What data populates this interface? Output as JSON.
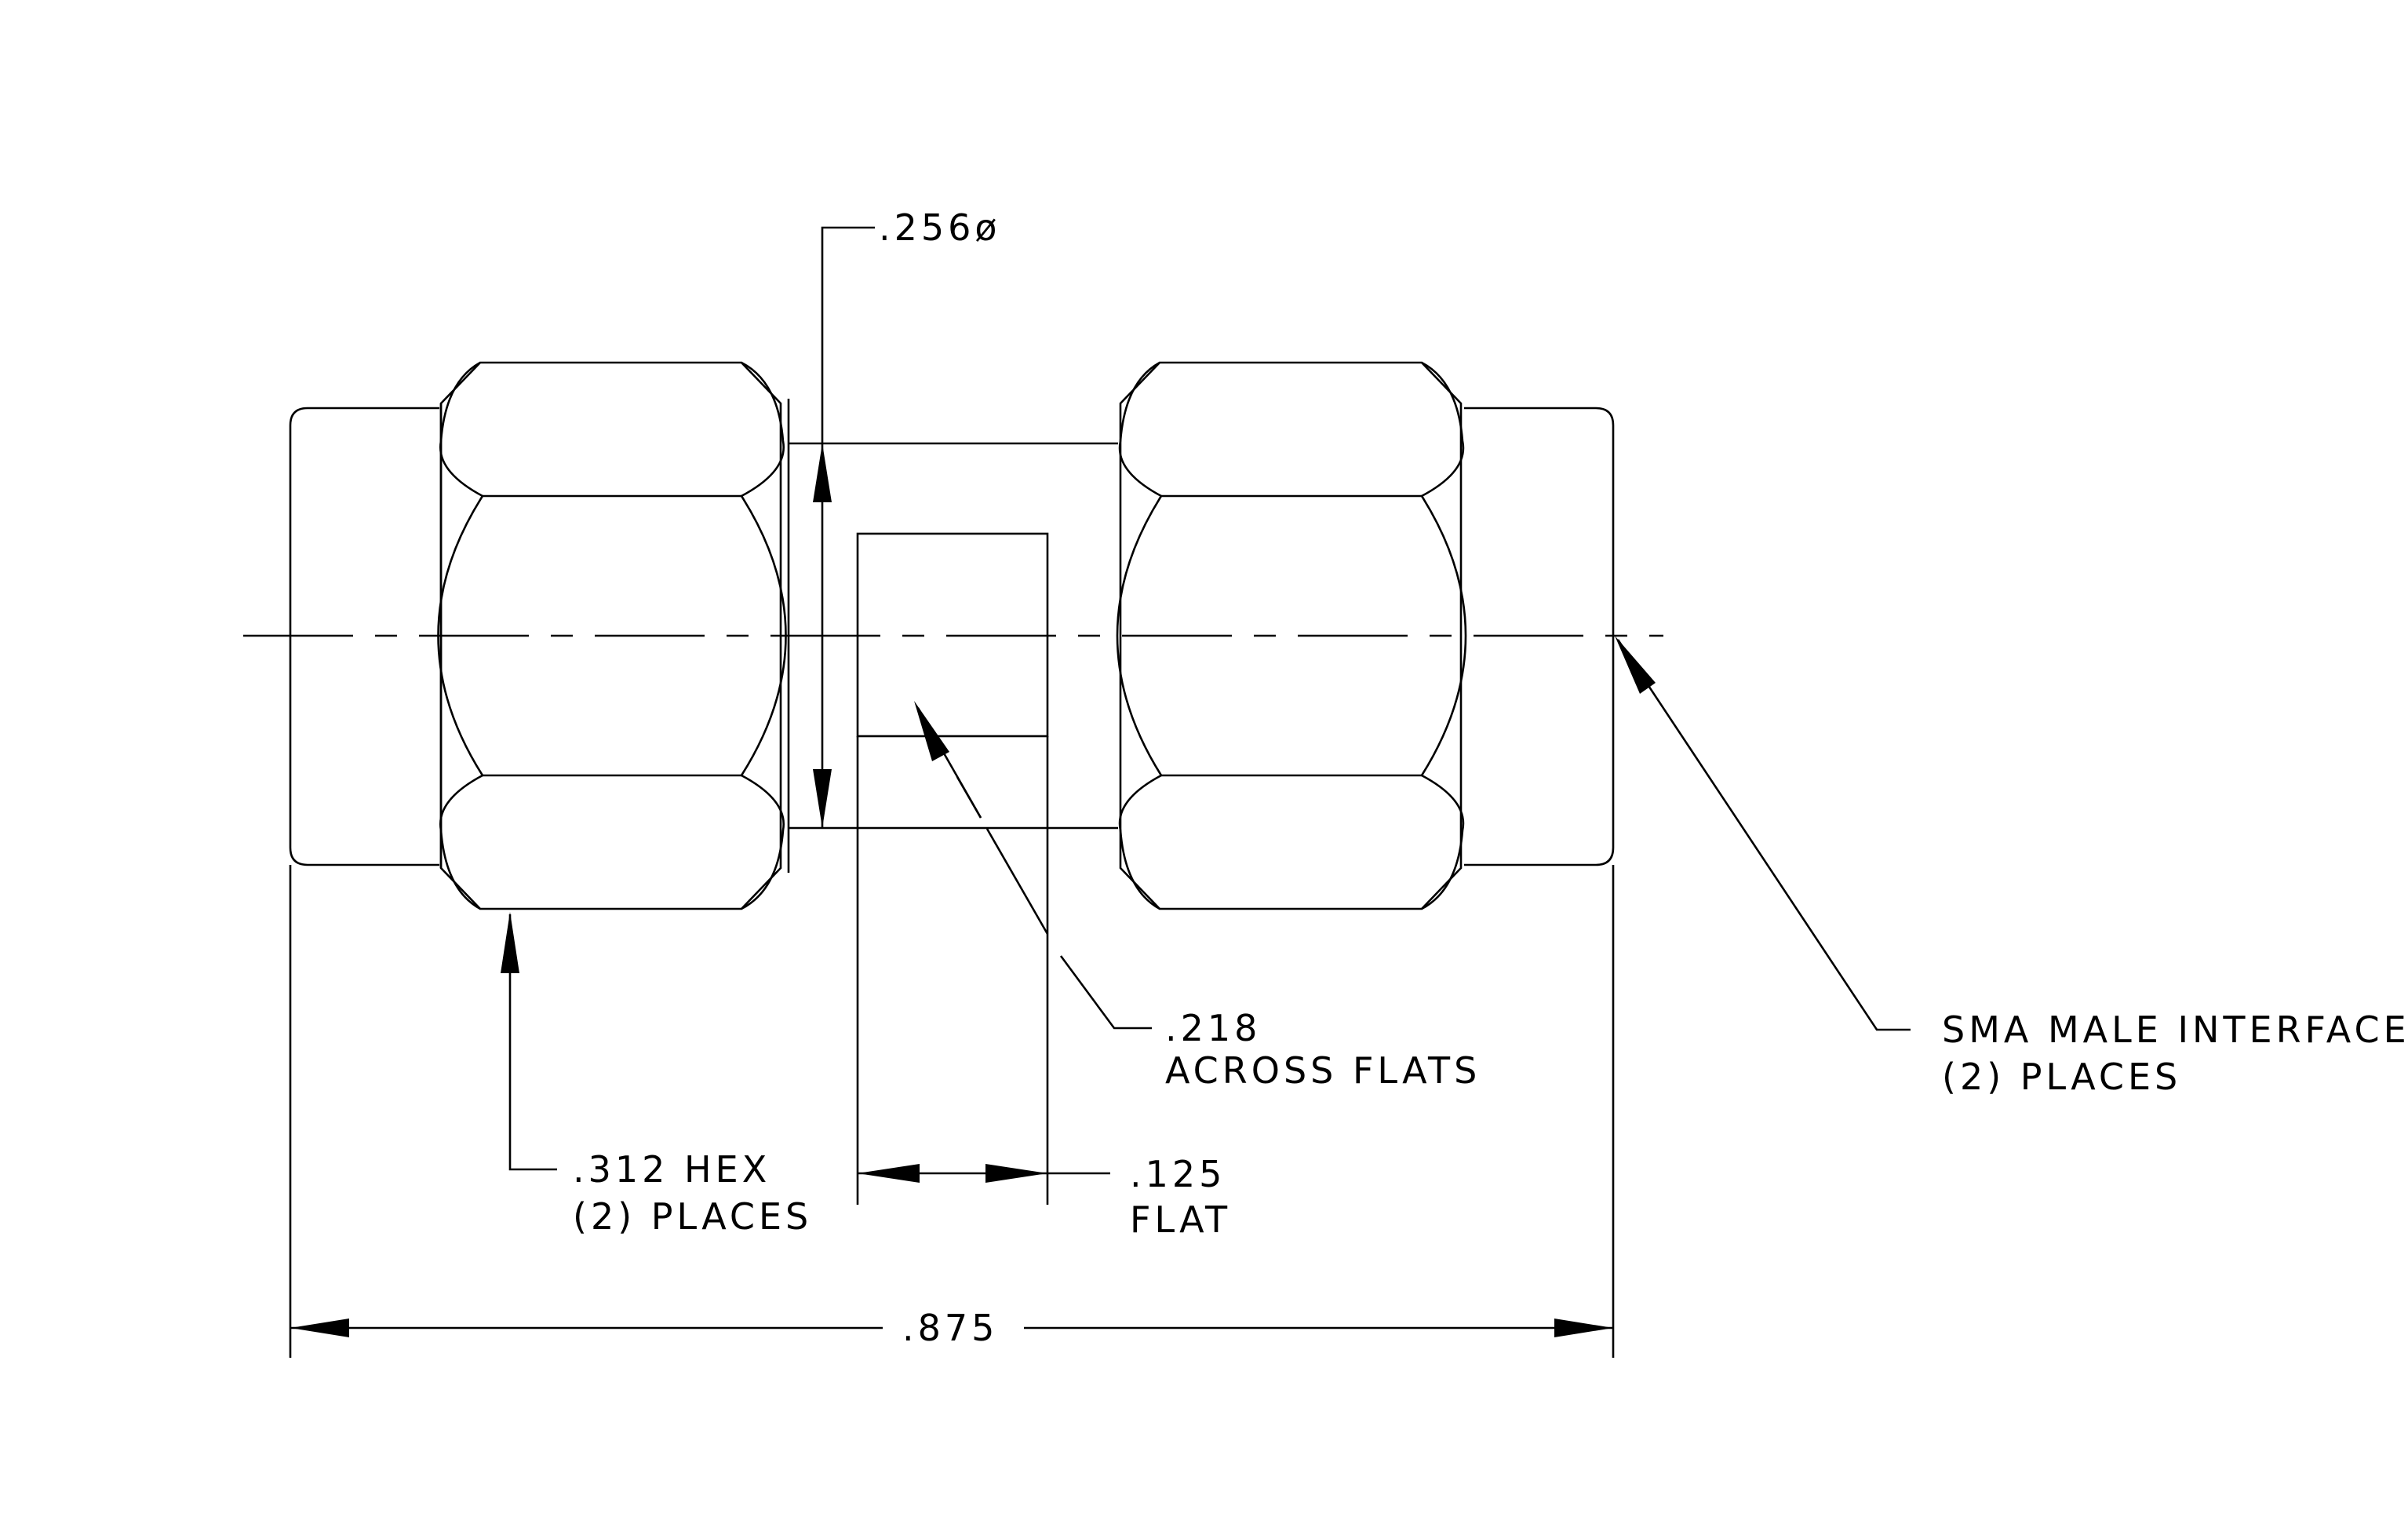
{
  "drawing": {
    "diameter_label": ".256ø",
    "hex_label_line1": ".312 HEX",
    "hex_label_line2": "(2)  PLACES",
    "across_flats_line1": ".218",
    "across_flats_line2": "ACROSS FLATS",
    "flat_line1": ".125",
    "flat_line2": "FLAT",
    "interface_line1": "SMA MALE INTERFACE",
    "interface_line2": "(2)  PLACES",
    "overall_length": ".875"
  }
}
